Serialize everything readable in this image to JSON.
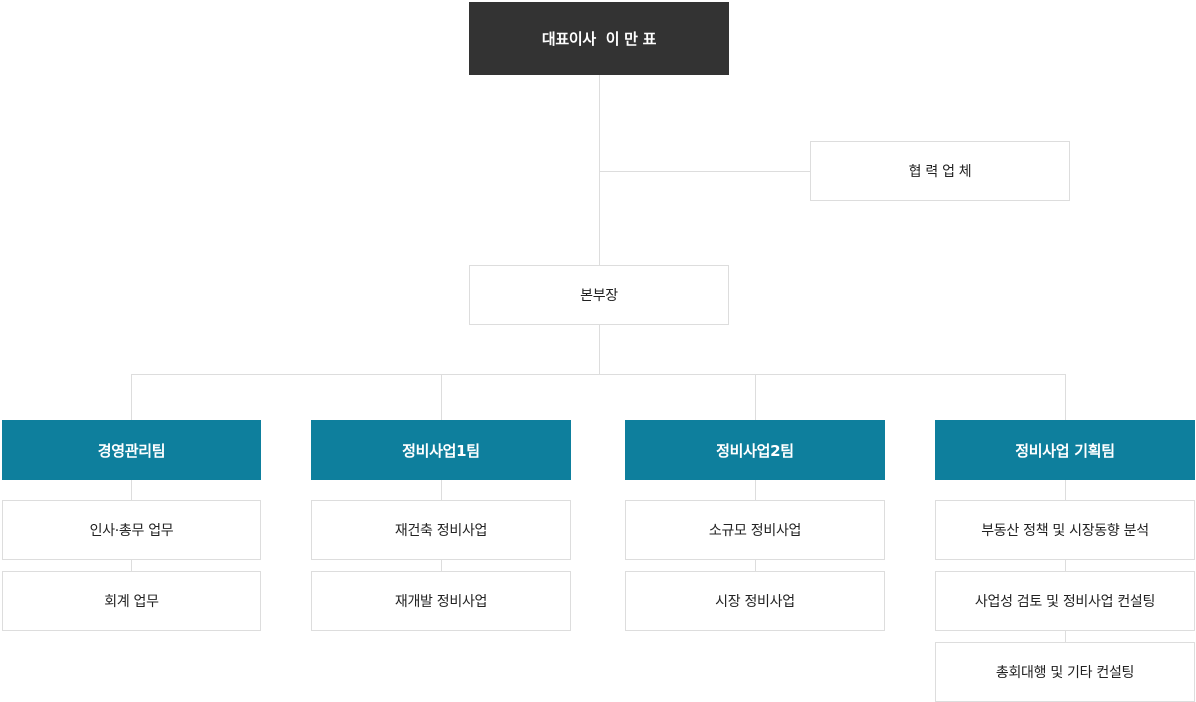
{
  "colors": {
    "ceo_bg": "#333333",
    "team_bg": "#0e7f9d",
    "line": "#dddddd"
  },
  "ceo": {
    "label": "대표이사  이 만 표"
  },
  "partner": {
    "label": "협 력 업 체"
  },
  "head": {
    "label": "본부장"
  },
  "teams": [
    {
      "name": "경영관리팀",
      "duties": [
        "인사·총무 업무",
        "회계 업무"
      ]
    },
    {
      "name": "정비사업1팀",
      "duties": [
        "재건축 정비사업",
        "재개발 정비사업"
      ]
    },
    {
      "name": "정비사업2팀",
      "duties": [
        "소규모 정비사업",
        "시장 정비사업"
      ]
    },
    {
      "name": "정비사업 기획팀",
      "duties": [
        "부동산 정책 및 시장동향 분석",
        "사업성 검토 및 정비사업 컨설팅",
        "총회대행 및 기타 컨설팅"
      ]
    }
  ]
}
